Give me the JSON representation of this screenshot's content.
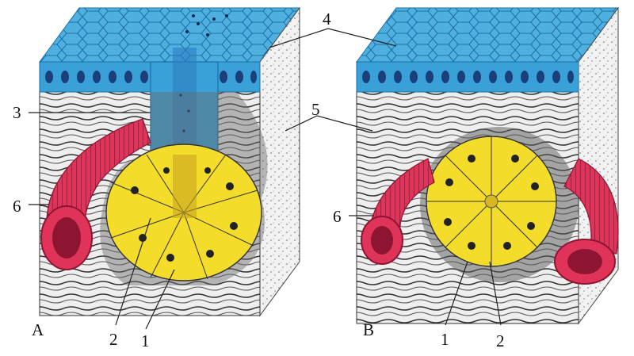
{
  "colors": {
    "epithelium": "#3aa0d8",
    "epithelium_dark": "#1b6fa8",
    "secretory": "#f3dc2a",
    "vessel": "#e0335a",
    "vessel_dark": "#8e1531",
    "connective": "#d9d9d9",
    "ink": "#111111"
  },
  "labels": {
    "n4": "4",
    "n3": "3",
    "n5": "5",
    "n6_left": "6",
    "n6_right": "6",
    "panel_a": "A",
    "panel_b": "B",
    "a_2": "2",
    "a_1": "1",
    "b_1": "1",
    "b_2": "2"
  }
}
